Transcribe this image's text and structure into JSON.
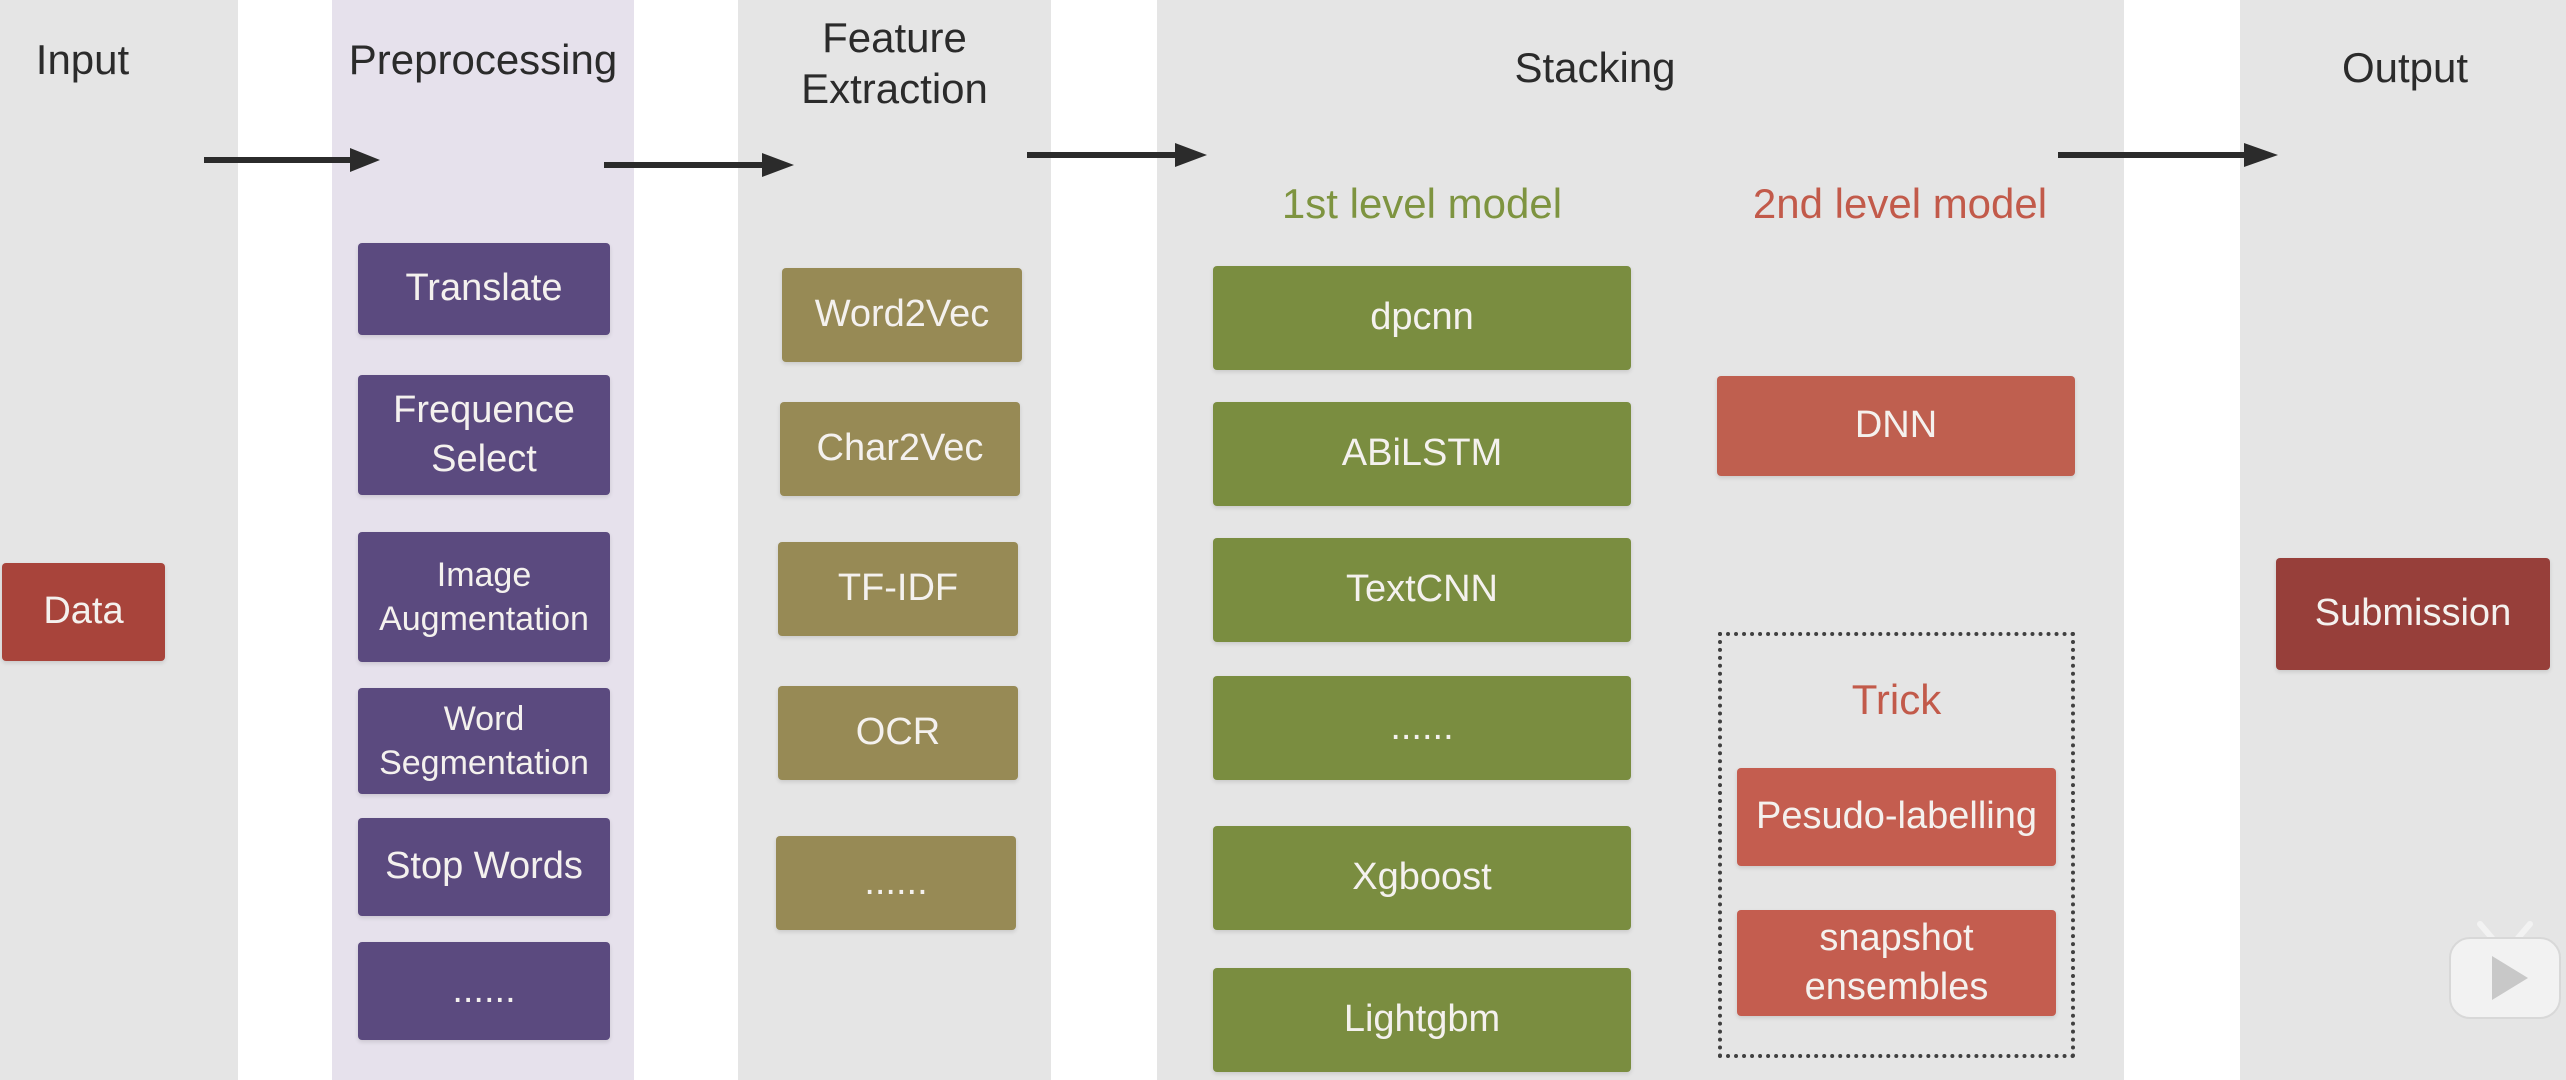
{
  "stages": {
    "input": "Input",
    "preprocessing": "Preprocessing",
    "feature_extraction": "Feature\nExtraction",
    "stacking": "Stacking",
    "output": "Output"
  },
  "input": {
    "data": "Data"
  },
  "preprocessing": {
    "items": [
      "Translate",
      "Frequence\nSelect",
      "Image\nAugmentation",
      "Word\nSegmentation",
      "Stop Words",
      "......"
    ]
  },
  "feature_extraction": {
    "items": [
      "Word2Vec",
      "Char2Vec",
      "TF-IDF",
      "OCR",
      "......"
    ]
  },
  "stacking": {
    "level1_title": "1st level model",
    "level1_items": [
      "dpcnn",
      "ABiLSTM",
      "TextCNN",
      "......",
      "Xgboost",
      "Lightgbm"
    ],
    "level2_title": "2nd level model",
    "level2_items": [
      "DNN"
    ],
    "trick_title": "Trick",
    "trick_items": [
      "Pesudo-labelling",
      "snapshot\nensembles"
    ]
  },
  "output": {
    "submission": "Submission"
  },
  "colors": {
    "level1_title": "#7e9440",
    "level2_title": "#c25a4a",
    "trick_title": "#c25a4a",
    "arrow": "#2b2b2b"
  },
  "icons": {
    "corner_button": "play-icon"
  }
}
